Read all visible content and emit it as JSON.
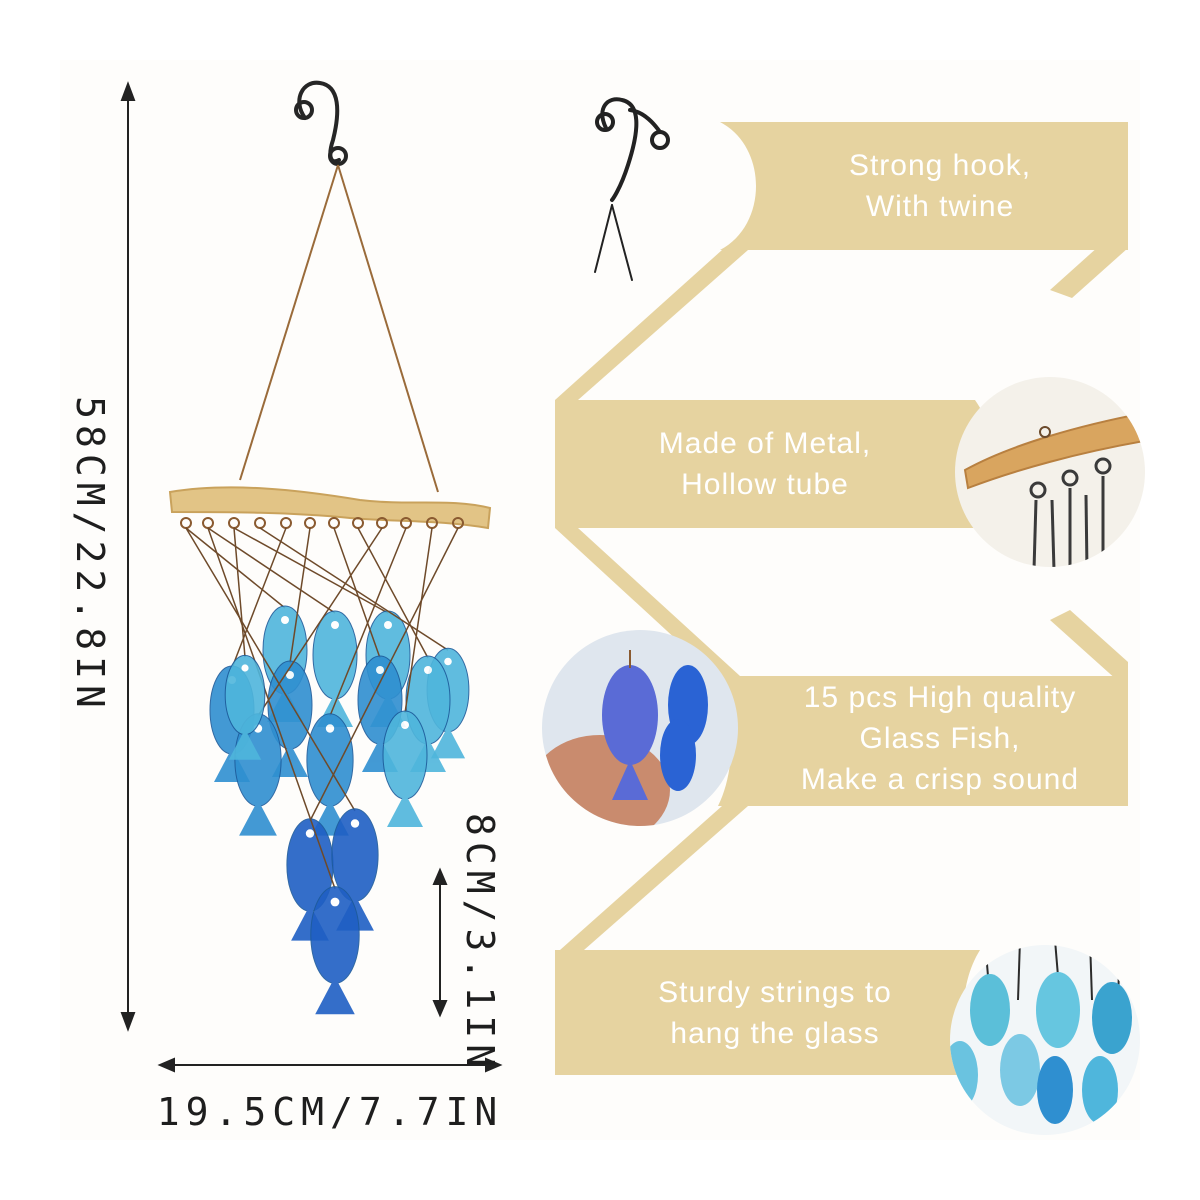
{
  "dimensions": {
    "height_label": "58CM/22.8IN",
    "width_label": "19.5CM/7.7IN",
    "fish_label": "8CM/3.1IN"
  },
  "features": [
    {
      "line1": "Strong hook,",
      "line2": "With twine",
      "line3": ""
    },
    {
      "line1": "Made of Metal,",
      "line2": "Hollow tube",
      "line3": ""
    },
    {
      "line1": "15 pcs High quality",
      "line2": "Glass Fish,",
      "line3": "Make a crisp sound"
    },
    {
      "line1": "Sturdy strings to",
      "line2": "hang the glass",
      "line3": ""
    }
  ],
  "colors": {
    "banner": "#e6d3a0",
    "fish_light": "#4fb6dc",
    "fish_mid": "#2f8fd0",
    "fish_dark": "#1f5fc4",
    "wood": "#e2c486"
  },
  "product": {
    "fish_count": 15
  }
}
